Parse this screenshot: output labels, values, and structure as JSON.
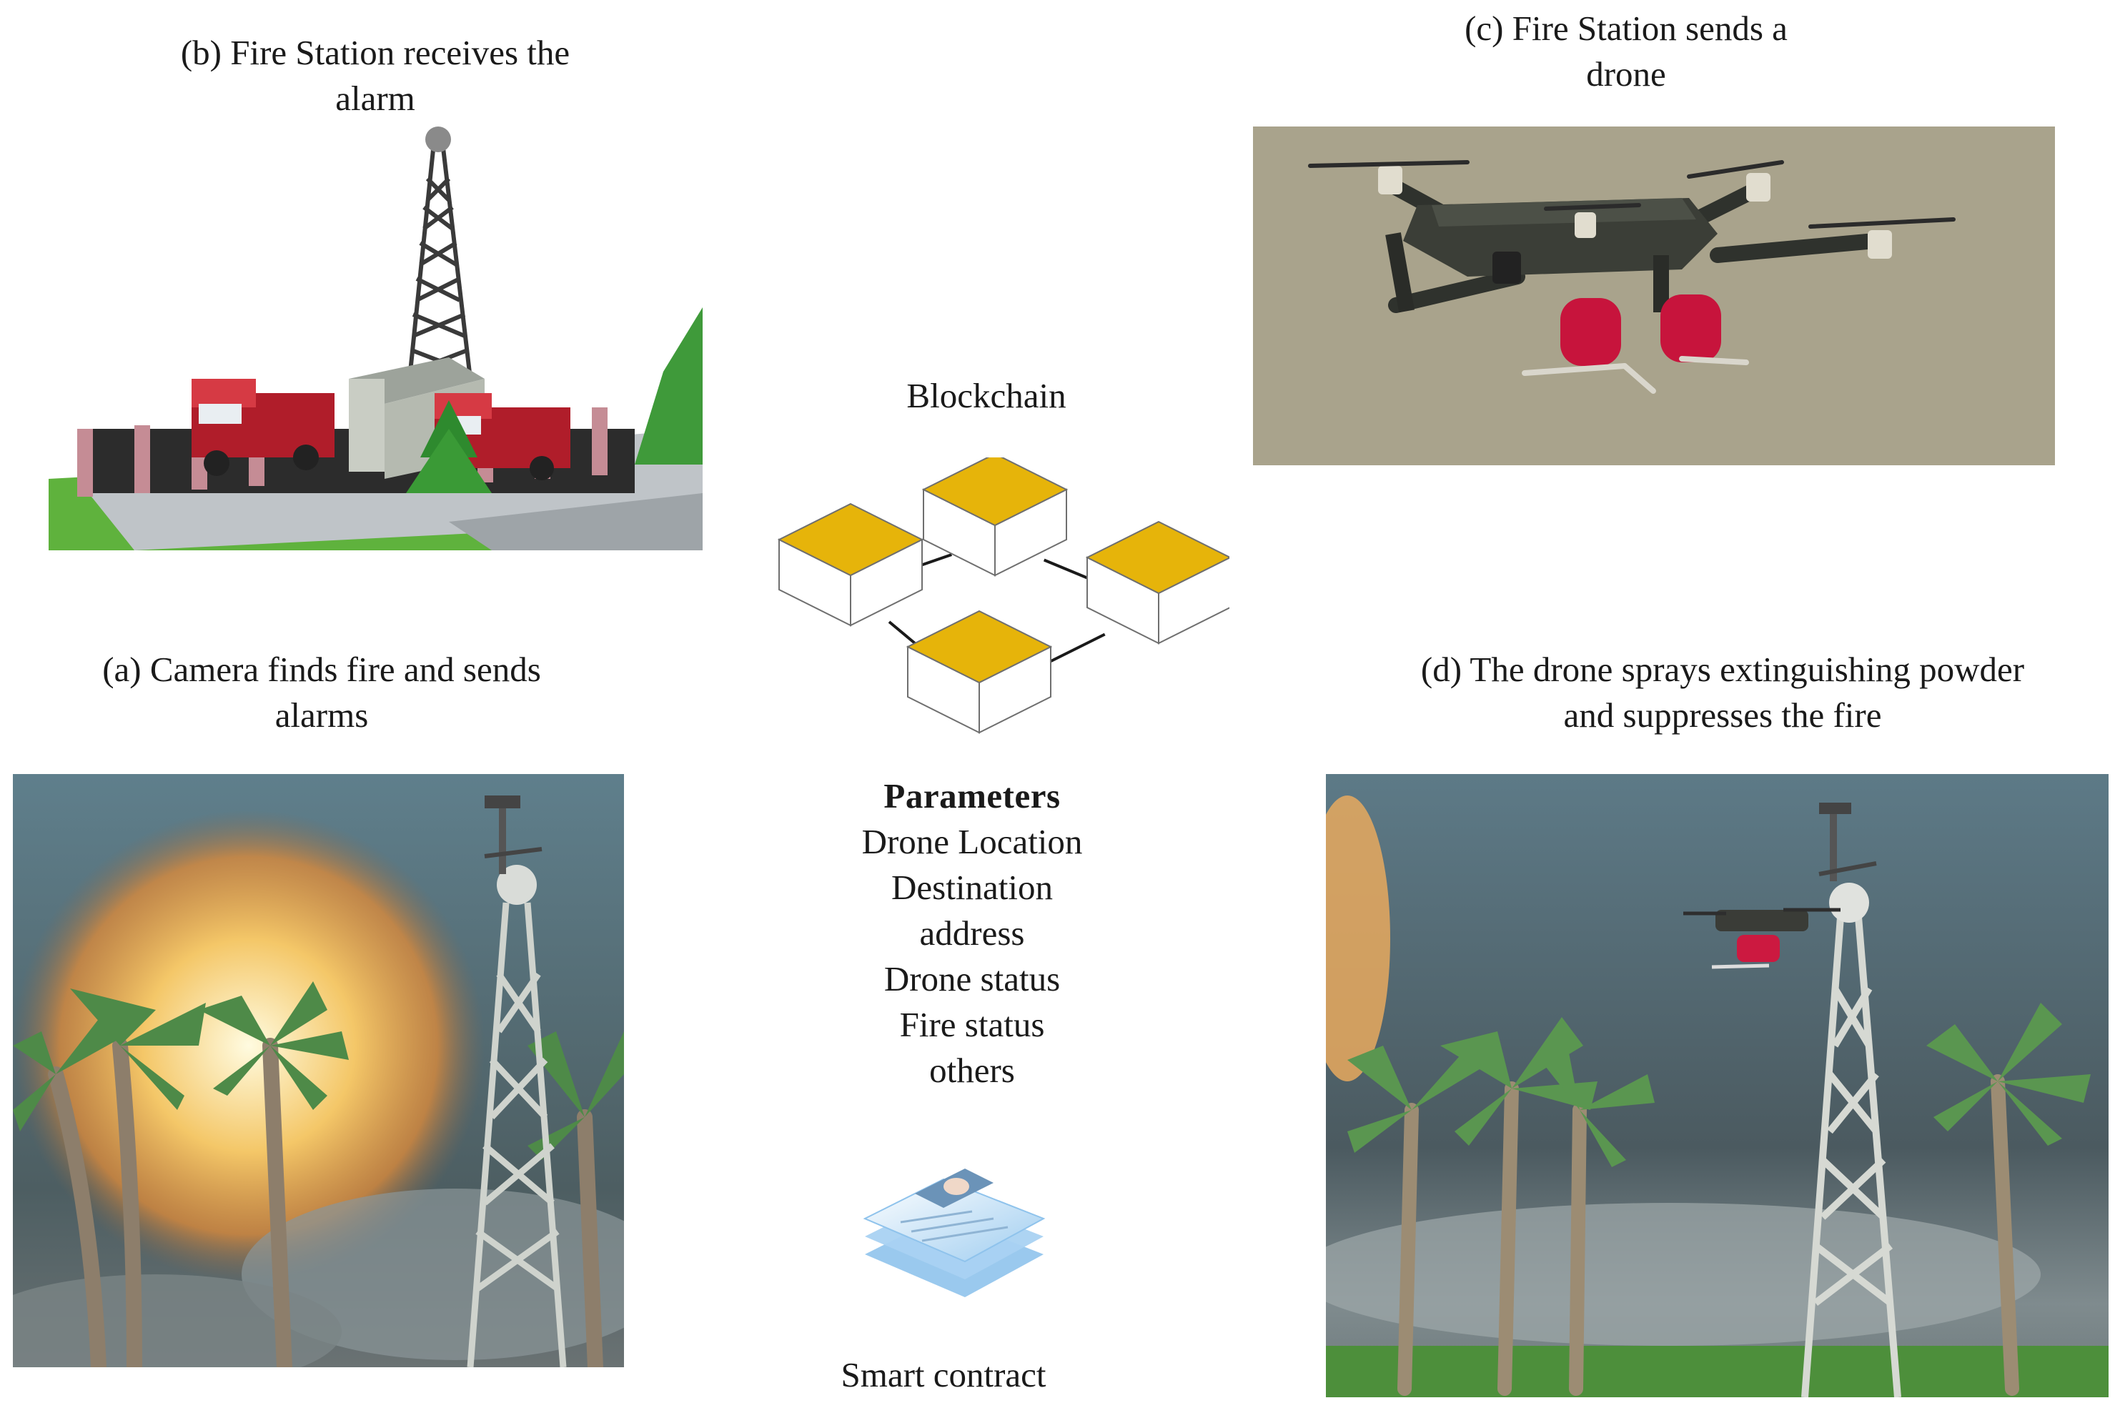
{
  "panels": {
    "a": {
      "caption_line1": "(a) Camera finds fire and sends",
      "caption_line2": "alarms"
    },
    "b": {
      "caption_line1": "(b) Fire Station receives the",
      "caption_line2": "alarm"
    },
    "c": {
      "caption_line1": "(c) Fire Station sends a",
      "caption_line2": "drone"
    },
    "d": {
      "caption_line1": "(d) The drone sprays extinguishing powder",
      "caption_line2": "and suppresses the fire"
    }
  },
  "center": {
    "blockchain_label": "Blockchain",
    "parameters": {
      "heading": "Parameters",
      "items": [
        "Drone Location",
        "Destination",
        "address",
        "Drone status",
        "Fire status",
        "others"
      ]
    },
    "smart_contract_label": "Smart contract"
  },
  "colors": {
    "block_top": "#E6B40A",
    "block_side": "#ffffff",
    "block_stroke": "#6f6f6f",
    "link": "#1a1a1a",
    "document_blue": "#8fc3ec"
  },
  "icons": {
    "blockchain": "blockchain-network-icon",
    "contract": "smart-contract-document-icon"
  }
}
